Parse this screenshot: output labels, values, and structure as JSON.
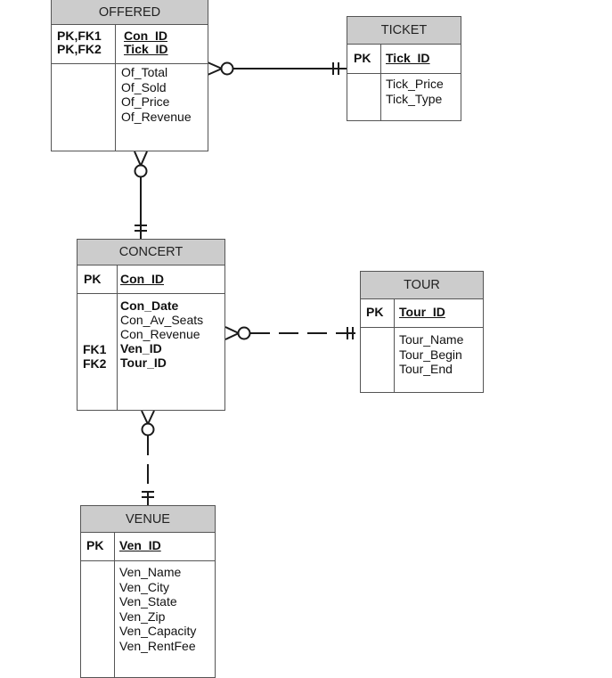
{
  "colors": {
    "header_fill": "#cccccc",
    "border": "#555555",
    "line": "#1a1a1a",
    "background": "#ffffff"
  },
  "entities": {
    "offered": {
      "name": "OFFERED",
      "pk_labels": [
        "PK,FK1",
        "PK,FK2"
      ],
      "pk_attrs": [
        "Con_ID",
        "Tick_ID"
      ],
      "attrs": [
        "Of_Total",
        "Of_Sold",
        "Of_Price",
        "Of_Revenue"
      ]
    },
    "ticket": {
      "name": "TICKET",
      "pk_label": "PK",
      "pk_attr": "Tick_ID",
      "attrs": [
        "Tick_Price",
        "Tick_Type"
      ]
    },
    "concert": {
      "name": "CONCERT",
      "pk_label": "PK",
      "pk_attr": "Con_ID",
      "attrs": [
        "Con_Date",
        "Con_Av_Seats",
        "Con_Revenue",
        "Ven_ID",
        "Tour_ID"
      ],
      "fk_labels": [
        "FK1",
        "FK2"
      ]
    },
    "tour": {
      "name": "TOUR",
      "pk_label": "PK",
      "pk_attr": "Tour_ID",
      "attrs": [
        "Tour_Name",
        "Tour_Begin",
        "Tour_End"
      ]
    },
    "venue": {
      "name": "VENUE",
      "pk_label": "PK",
      "pk_attr": "Ven_ID",
      "attrs": [
        "Ven_Name",
        "Ven_City",
        "Ven_State",
        "Ven_Zip",
        "Ven_Capacity",
        "Ven_RentFee"
      ]
    }
  },
  "relationships": [
    {
      "from": "ticket",
      "to": "offered",
      "from_end": "one-and-only-one",
      "to_end": "zero-or-many",
      "style": "solid"
    },
    {
      "from": "concert",
      "to": "offered",
      "from_end": "one-and-only-one",
      "to_end": "zero-or-many",
      "style": "solid"
    },
    {
      "from": "tour",
      "to": "concert",
      "from_end": "one-and-only-one",
      "to_end": "zero-or-many",
      "style": "dashed"
    },
    {
      "from": "venue",
      "to": "concert",
      "from_end": "one-and-only-one",
      "to_end": "zero-or-many",
      "style": "dashed"
    }
  ]
}
